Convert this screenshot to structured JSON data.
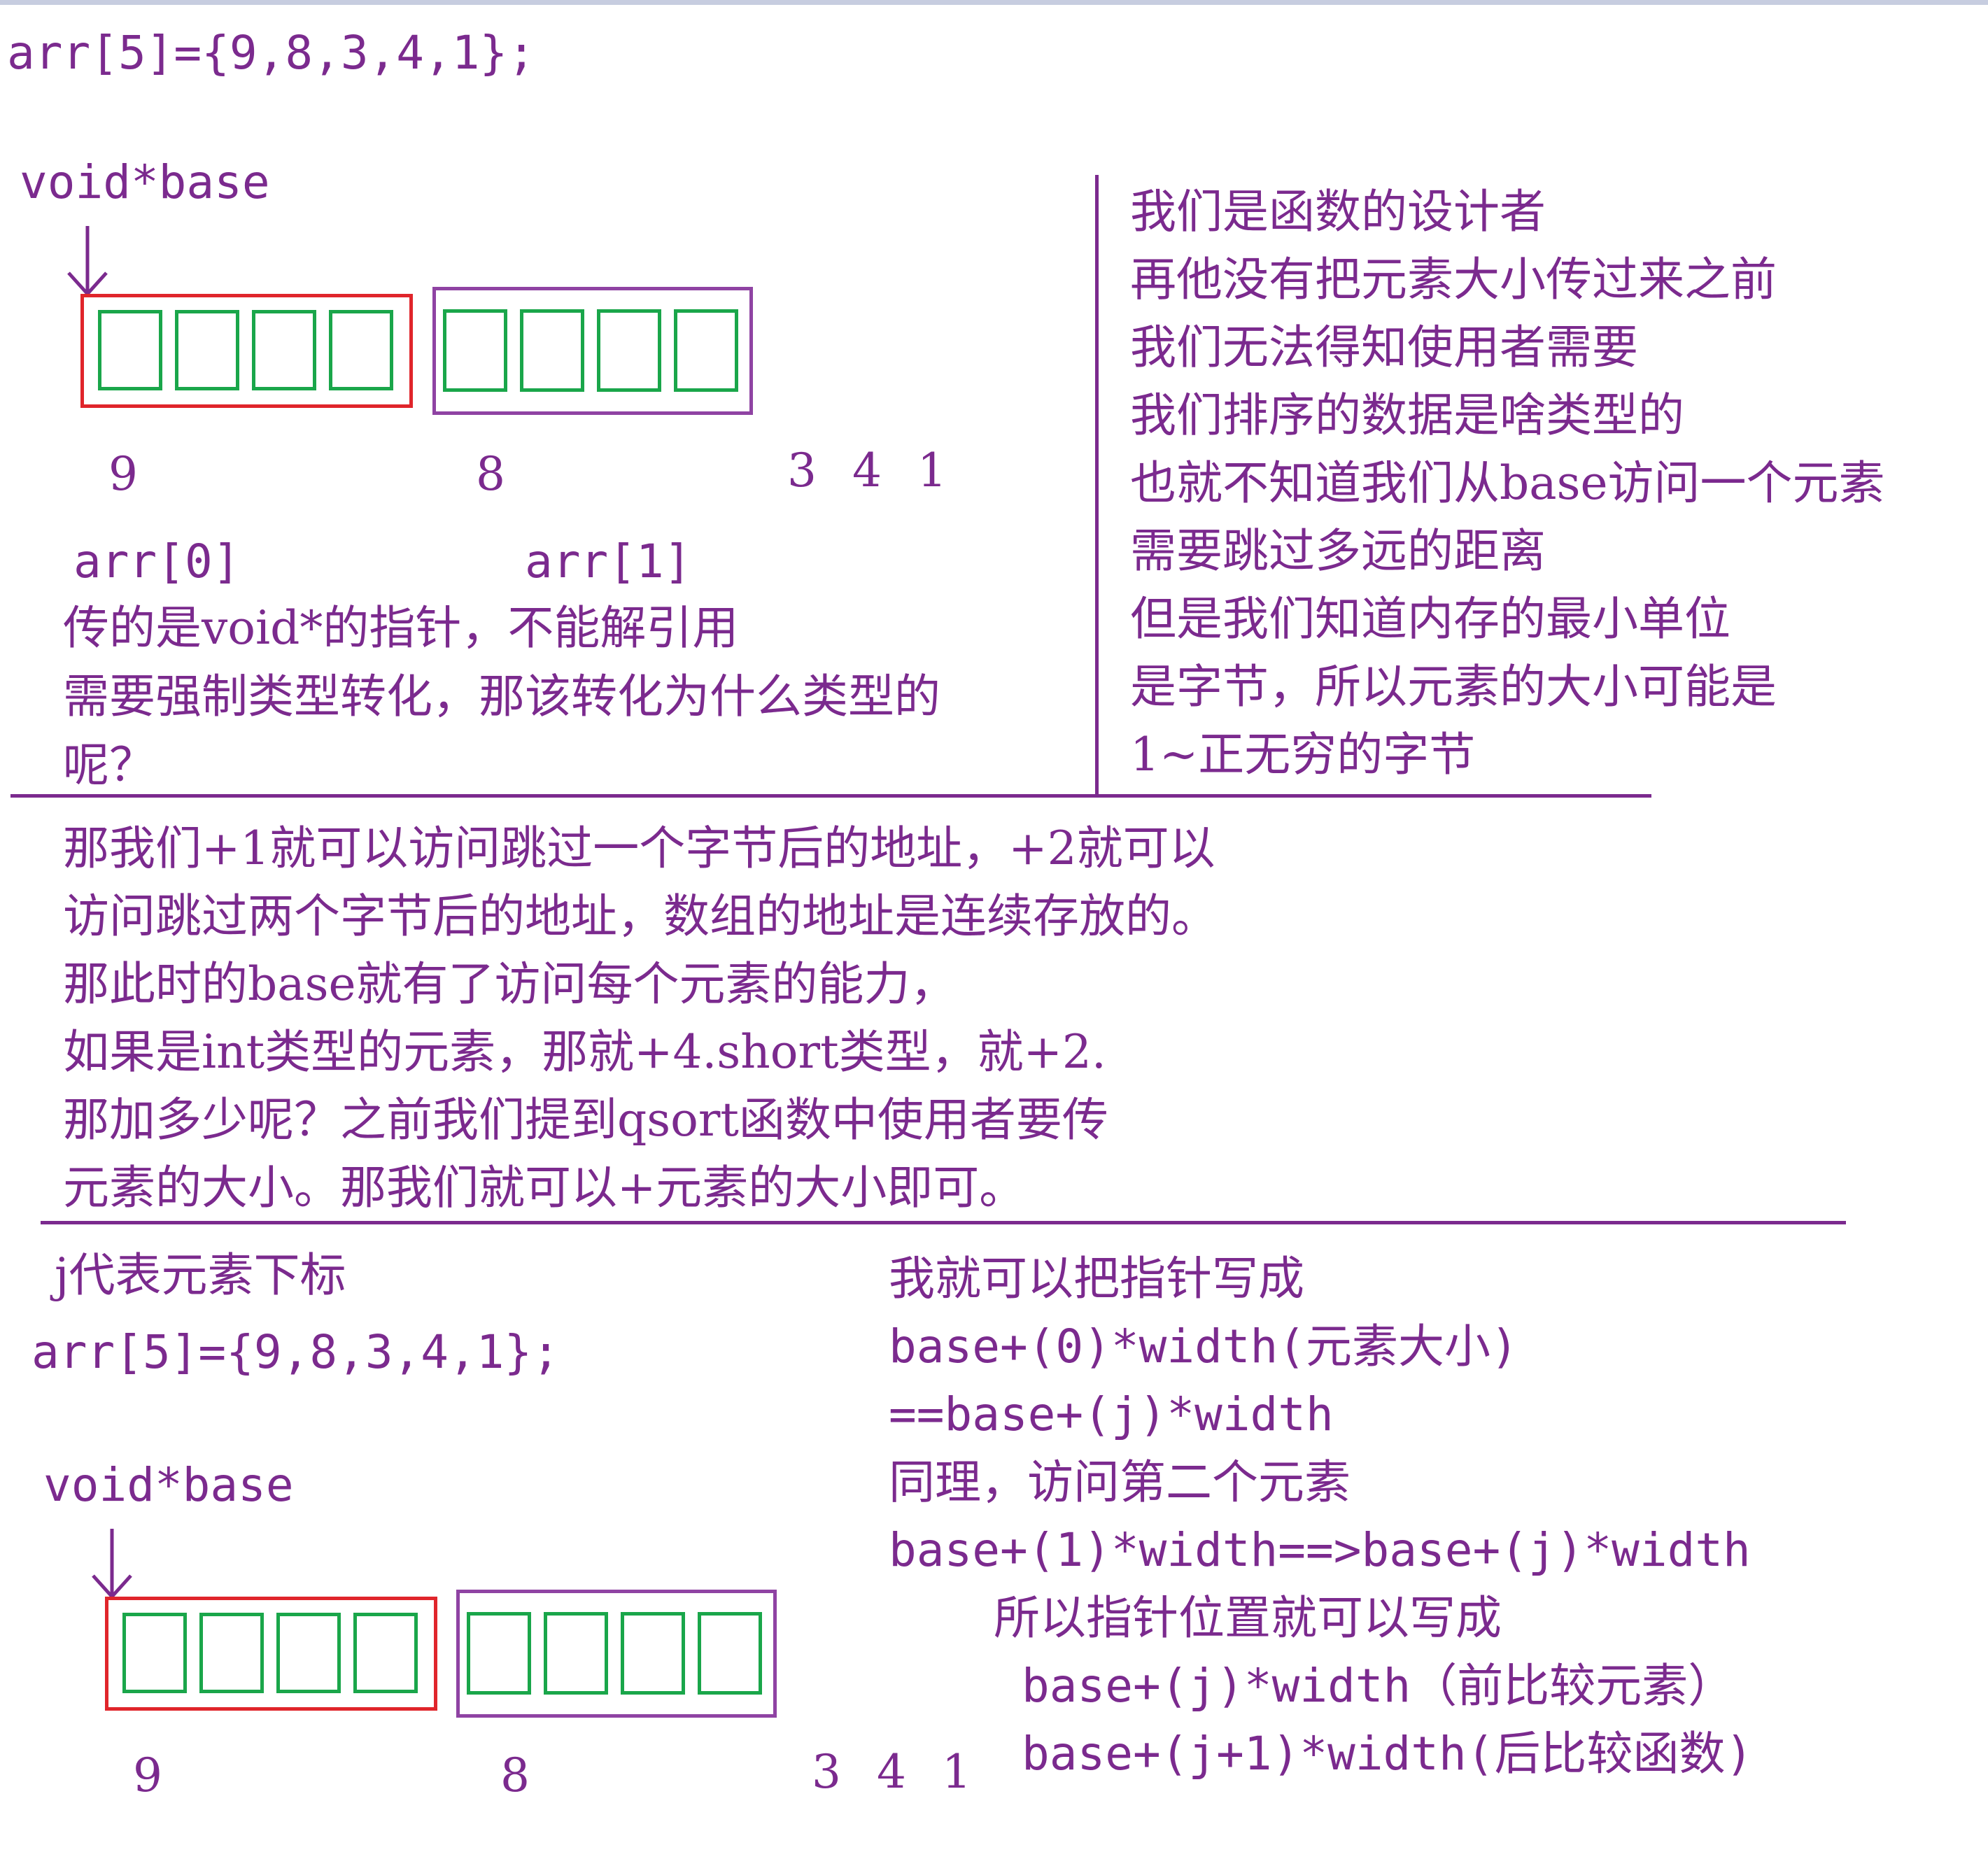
{
  "top": {
    "array_decl": "arr[5]={9,8,3,4,1};",
    "base_label": "void*base",
    "values": [
      "9",
      "8",
      "3 4 1"
    ],
    "arr0": "arr[0]",
    "arr1": "arr[1]",
    "note_lines": [
      "传的是void*的指针，不能解引用",
      "需要强制类型转化，那该转化为什么类型的",
      "呢？"
    ]
  },
  "right_panel": {
    "lines": [
      "我们是函数的设计者",
      "再他没有把元素大小传过来之前",
      "我们无法得知使用者需要",
      "我们排序的数据是啥类型的",
      "也就不知道我们从base访问一个元素",
      "需要跳过多远的距离",
      "但是我们知道内存的最小单位",
      "是字节，所以元素的大小可能是",
      "1~正无穷的字节"
    ]
  },
  "middle": {
    "lines": [
      "那我们+1就可以访问跳过一个字节后的地址，+2就可以",
      "访问跳过两个字节后的地址，数组的地址是连续存放的。",
      "那此时的base就有了访问每个元素的能力，",
      "如果是int类型的元素，那就+4.short类型，就+2.",
      "那加多少呢？之前我们提到qsort函数中使用者要传",
      "元素的大小。那我们就可以+元素的大小即可。"
    ]
  },
  "bottom": {
    "title": "j代表元素下标",
    "array_decl": "arr[5]={9,8,3,4,1};",
    "base_label": "void*base",
    "values": [
      "9",
      "8",
      "3 4 1"
    ],
    "right_lines": [
      "我就可以把指针写成",
      "base+(0)*width(元素大小)",
      "==base+(j)*width",
      "同理，访问第二个元素",
      "base+(1)*width==>base+(j)*width",
      "所以指针位置就可以写成",
      "base+(j)*width（前比较元素）",
      "base+(j+1)*width(后比较函数)"
    ]
  },
  "colors": {
    "ink": "#7b2a8e",
    "red_box": "#e0252b",
    "purple_box": "#8f43a3",
    "green_cell": "#1aa64a"
  }
}
